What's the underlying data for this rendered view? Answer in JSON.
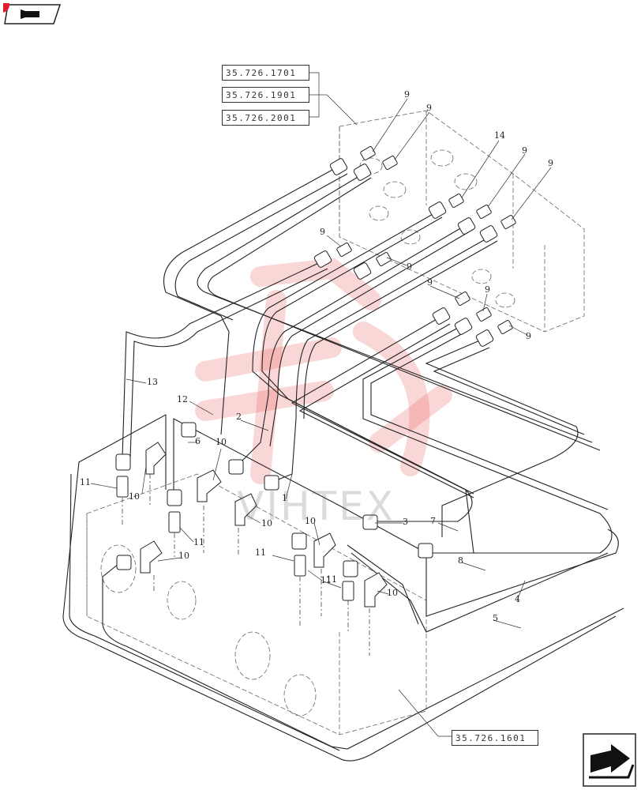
{
  "references": [
    {
      "id": "ref-top-1",
      "text": "35.726.1701"
    },
    {
      "id": "ref-top-2",
      "text": "35.726.1901"
    },
    {
      "id": "ref-top-3",
      "text": "35.726.2001"
    },
    {
      "id": "ref-bottom",
      "text": "35.726.1601"
    }
  ],
  "callouts": [
    {
      "id": "c9a",
      "text": "9"
    },
    {
      "id": "c9b",
      "text": "9"
    },
    {
      "id": "c14",
      "text": "14"
    },
    {
      "id": "c9c",
      "text": "9"
    },
    {
      "id": "c9d",
      "text": "9"
    },
    {
      "id": "c9e",
      "text": "9"
    },
    {
      "id": "c9f",
      "text": "9"
    },
    {
      "id": "c9g",
      "text": "9"
    },
    {
      "id": "c9h",
      "text": "9"
    },
    {
      "id": "c9i",
      "text": "9"
    },
    {
      "id": "c13",
      "text": "13"
    },
    {
      "id": "c12",
      "text": "12"
    },
    {
      "id": "c6",
      "text": "6"
    },
    {
      "id": "c2",
      "text": "2"
    },
    {
      "id": "c10a",
      "text": "10"
    },
    {
      "id": "c11a",
      "text": "11"
    },
    {
      "id": "c10b",
      "text": "10"
    },
    {
      "id": "c1",
      "text": "1"
    },
    {
      "id": "c10c",
      "text": "10"
    },
    {
      "id": "c11b",
      "text": "11"
    },
    {
      "id": "c10d",
      "text": "10"
    },
    {
      "id": "c3",
      "text": "3"
    },
    {
      "id": "c7",
      "text": "7"
    },
    {
      "id": "c11c",
      "text": "11"
    },
    {
      "id": "c11d",
      "text": "11"
    },
    {
      "id": "c10e",
      "text": "10"
    },
    {
      "id": "c8",
      "text": "8"
    },
    {
      "id": "c11e",
      "text": "11"
    },
    {
      "id": "c10f",
      "text": "10"
    },
    {
      "id": "c4",
      "text": "4"
    },
    {
      "id": "c5",
      "text": "5"
    }
  ],
  "watermark": {
    "text": "VIHTEX",
    "color": "#e84a4a"
  },
  "nav": {
    "prev_icon": "back-arrow-icon",
    "next_icon": "forward-arrow-icon"
  }
}
